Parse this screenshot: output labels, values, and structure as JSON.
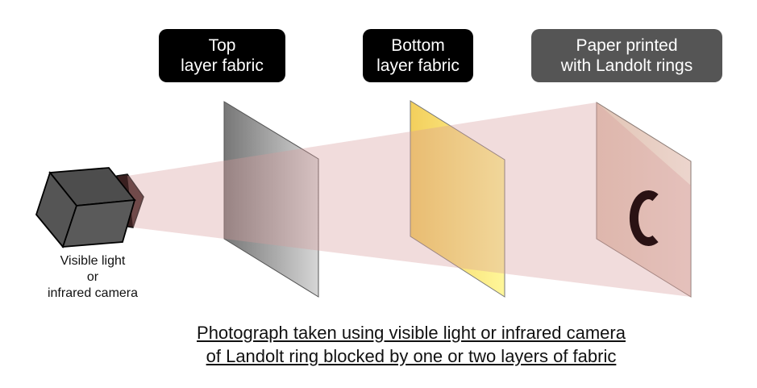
{
  "labels": {
    "top_layer": [
      "Top",
      "layer fabric"
    ],
    "bottom_layer": [
      "Bottom",
      "layer fabric"
    ],
    "paper": [
      "Paper printed",
      "with Landolt rings"
    ]
  },
  "camera_label": [
    "Visible light",
    "or",
    "infrared camera"
  ],
  "caption": [
    "Photograph taken using visible light or infrared camera",
    "of Landolt ring blocked by one or two layers of fabric"
  ],
  "colors": {
    "beam": "#f0dcdc",
    "top_fabric": "#9a9a9a",
    "bottom_fabric": "#f5d770",
    "paper": "#e8cfc4",
    "label_dark": "#000000",
    "label_gray": "#555555"
  }
}
